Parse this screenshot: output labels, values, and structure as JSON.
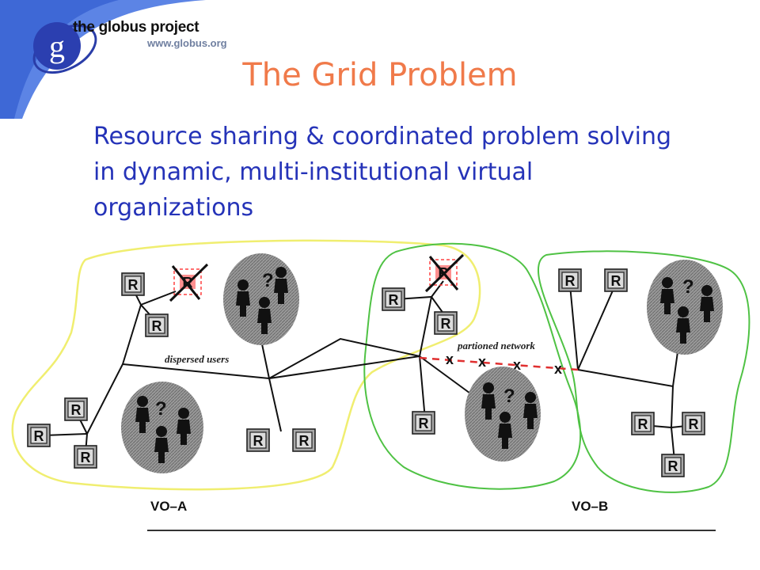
{
  "logo": {
    "letter": "g",
    "name": "the globus project",
    "url": "www.globus.org"
  },
  "title": "The Grid Problem",
  "subtitle": "Resource sharing & coordinated problem solving in dynamic, multi-institutional virtual organizations",
  "diagram": {
    "resource_label": "R",
    "user_question": "?",
    "dispersed_users_label": "dispersed users",
    "partitioned_network_label": "partioned network",
    "vo_a_label": "VO–A",
    "vo_b_label": "VO–B",
    "failure_mark": "x"
  },
  "colors": {
    "title": "#f07a4a",
    "subtitle": "#2533b8",
    "swoosh": "#3f6fe0",
    "vo_a_outline": "#f0ee70",
    "vo_b_outline": "#4fc244",
    "failed_resource": "#ff4040",
    "partition_link": "#e03030"
  }
}
